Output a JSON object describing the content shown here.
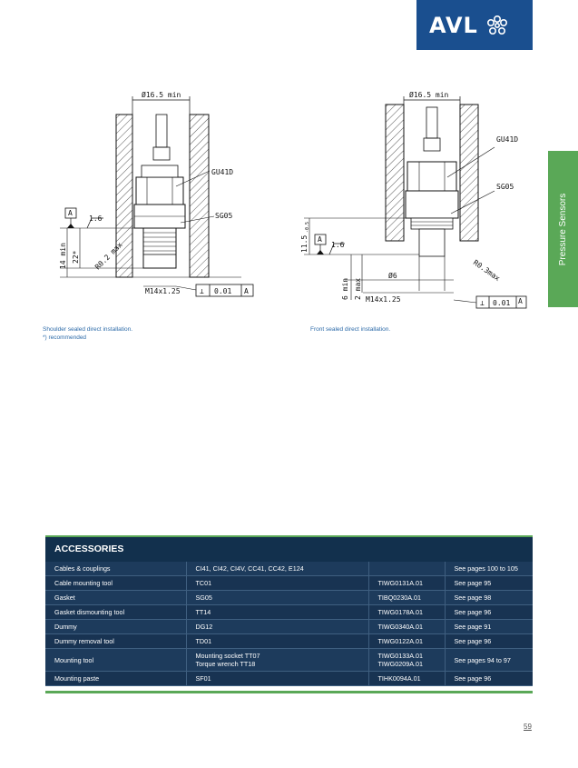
{
  "brand": {
    "name": "AVL"
  },
  "side_tab": {
    "label": "Pressure Sensors"
  },
  "drawings": {
    "left": {
      "diameter": "Ø16.5 min",
      "part_gu41d": "GU41D",
      "part_sg05": "SG05",
      "datum": "A",
      "roughness": "1.6",
      "dim_14min": "14 min",
      "dim_22": "22*",
      "radius": "R0.2 max",
      "thread": "M14x1.25",
      "tolerance_symbol": "⊥",
      "tolerance_value": "0.01",
      "tolerance_datum": "A"
    },
    "right": {
      "diameter": "Ø16.5 min",
      "part_gu41d": "GU41D",
      "part_sg05": "SG05",
      "dim_115": "11.5",
      "dim_115_tol": "-0.5",
      "datum": "A",
      "roughness": "1.6",
      "dim_6min": "6 min",
      "dim_2max": "2 max",
      "small_diameter": "Ø6",
      "radius": "R0.3max",
      "thread": "M14x1.25",
      "tolerance_symbol": "⊥",
      "tolerance_value": "0.01",
      "tolerance_datum": "A"
    }
  },
  "captions": {
    "left_line1": "Shoulder sealed direct installation.",
    "left_line2": "*) recommended",
    "right_line1": "Front sealed direct installation."
  },
  "accessories": {
    "title": "ACCESSORIES",
    "rows": [
      {
        "name": "Cables & couplings",
        "type": "CI41, CI42, CI4V, CC41, CC42, E124",
        "type2": "",
        "code": "",
        "code2": "",
        "page": "See pages 100 to 105"
      },
      {
        "name": "Cable mounting tool",
        "type": "TC01",
        "type2": "",
        "code": "TIWG0131A.01",
        "code2": "",
        "page": "See page 95"
      },
      {
        "name": "Gasket",
        "type": "SG05",
        "type2": "",
        "code": "TIBQ0230A.01",
        "code2": "",
        "page": "See page 98"
      },
      {
        "name": "Gasket dismounting tool",
        "type": "TT14",
        "type2": "",
        "code": "TIWG0178A.01",
        "code2": "",
        "page": "See page 96"
      },
      {
        "name": "Dummy",
        "type": "DG12",
        "type2": "",
        "code": "TIWG0340A.01",
        "code2": "",
        "page": "See page 91"
      },
      {
        "name": "Dummy removal tool",
        "type": "TD01",
        "type2": "",
        "code": "TIWG0122A.01",
        "code2": "",
        "page": "See page 96"
      },
      {
        "name": "Mounting tool",
        "type": "Mounting socket TT07",
        "type2": "Torque wrench TT18",
        "code": "TIWG0133A.01",
        "code2": "TIWG0209A.01",
        "page": "See pages 94 to 97"
      },
      {
        "name": "Mounting paste",
        "type": "SF01",
        "type2": "",
        "code": "TIHK0094A.01",
        "code2": "",
        "page": "See page 96"
      }
    ]
  },
  "page_number": "59",
  "colors": {
    "brand_blue": "#1a4f8f",
    "green": "#5aa857",
    "table_bg": "#1e3a5a",
    "caption_blue": "#2c6aa8"
  }
}
